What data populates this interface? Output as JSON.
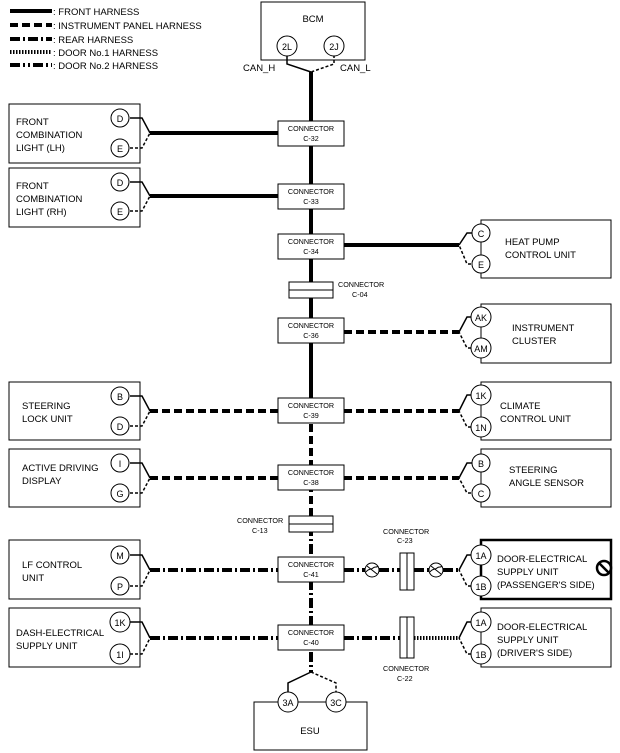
{
  "legend": {
    "front": ": FRONT HARNESS",
    "ip": ": INSTRUMENT PANEL HARNESS",
    "rear": ": REAR HARNESS",
    "door1": ": DOOR No.1 HARNESS",
    "door2": ": DOOR No.2 HARNESS"
  },
  "bcm": {
    "title": "BCM",
    "pin_h": "2L",
    "pin_l": "2J",
    "can_h": "CAN_H",
    "can_l": "CAN_L"
  },
  "connectors": {
    "c32": {
      "l1": "CONNECTOR",
      "l2": "C-32"
    },
    "c33": {
      "l1": "CONNECTOR",
      "l2": "C-33"
    },
    "c34": {
      "l1": "CONNECTOR",
      "l2": "C-34"
    },
    "c04": {
      "l1": "CONNECTOR",
      "l2": "C-04"
    },
    "c36": {
      "l1": "CONNECTOR",
      "l2": "C-36"
    },
    "c39": {
      "l1": "CONNECTOR",
      "l2": "C-39"
    },
    "c38": {
      "l1": "CONNECTOR",
      "l2": "C-38"
    },
    "c13": {
      "l1": "CONNECTOR",
      "l2": "C-13"
    },
    "c41": {
      "l1": "CONNECTOR",
      "l2": "C-41"
    },
    "c40": {
      "l1": "CONNECTOR",
      "l2": "C-40"
    },
    "c23": {
      "l1": "CONNECTOR",
      "l2": "C-23"
    },
    "c22": {
      "l1": "CONNECTOR",
      "l2": "C-22"
    }
  },
  "units": {
    "front_lh": {
      "lines": [
        "FRONT",
        "COMBINATION",
        "LIGHT (LH)"
      ],
      "pin_h": "D",
      "pin_l": "E"
    },
    "front_rh": {
      "lines": [
        "FRONT",
        "COMBINATION",
        "LIGHT (RH)"
      ],
      "pin_h": "D",
      "pin_l": "E"
    },
    "heat_pump": {
      "lines": [
        "HEAT PUMP",
        "CONTROL UNIT"
      ],
      "pin_h": "C",
      "pin_l": "E"
    },
    "instrument": {
      "lines": [
        "INSTRUMENT",
        "CLUSTER"
      ],
      "pin_h": "AK",
      "pin_l": "AM"
    },
    "steering_lock": {
      "lines": [
        "STEERING",
        "LOCK UNIT"
      ],
      "pin_h": "B",
      "pin_l": "D"
    },
    "climate": {
      "lines": [
        "CLIMATE",
        "CONTROL UNIT"
      ],
      "pin_h": "1K",
      "pin_l": "1N"
    },
    "active_driving": {
      "lines": [
        "ACTIVE DRIVING",
        "DISPLAY"
      ],
      "pin_h": "I",
      "pin_l": "G"
    },
    "steering_angle": {
      "lines": [
        "STEERING",
        "ANGLE SENSOR"
      ],
      "pin_h": "B",
      "pin_l": "C"
    },
    "lf_control": {
      "lines": [
        "LF CONTROL",
        "UNIT"
      ],
      "pin_h": "M",
      "pin_l": "P"
    },
    "door_pass": {
      "lines": [
        "DOOR-ELECTRICAL",
        "SUPPLY UNIT",
        "(PASSENGER'S SIDE)"
      ],
      "pin_h": "1A",
      "pin_l": "1B"
    },
    "dash": {
      "lines": [
        "DASH-ELECTRICAL",
        "SUPPLY UNIT"
      ],
      "pin_h": "1K",
      "pin_l": "1I"
    },
    "door_drv": {
      "lines": [
        "DOOR-ELECTRICAL",
        "SUPPLY UNIT",
        "(DRIVER'S SIDE)"
      ],
      "pin_h": "1A",
      "pin_l": "1B"
    }
  },
  "esu": {
    "title": "ESU",
    "pin_h": "3A",
    "pin_l": "3C"
  }
}
